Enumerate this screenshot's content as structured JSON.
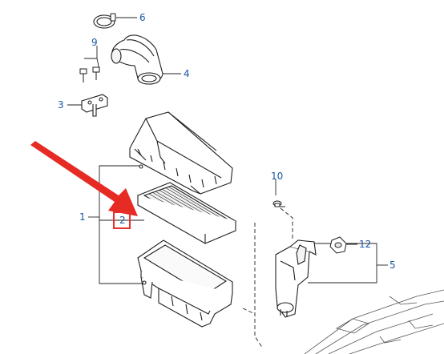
{
  "callouts": {
    "c1": "1",
    "c2": "2",
    "c3": "3",
    "c4": "4",
    "c5": "5",
    "c6": "6",
    "c9": "9",
    "c10": "10",
    "c12": "12"
  },
  "colors": {
    "callout_text": "#1c56a2",
    "arrow": "#e52b24",
    "highlight_box": "#e4312d",
    "line_art": "#1e1e1e"
  }
}
